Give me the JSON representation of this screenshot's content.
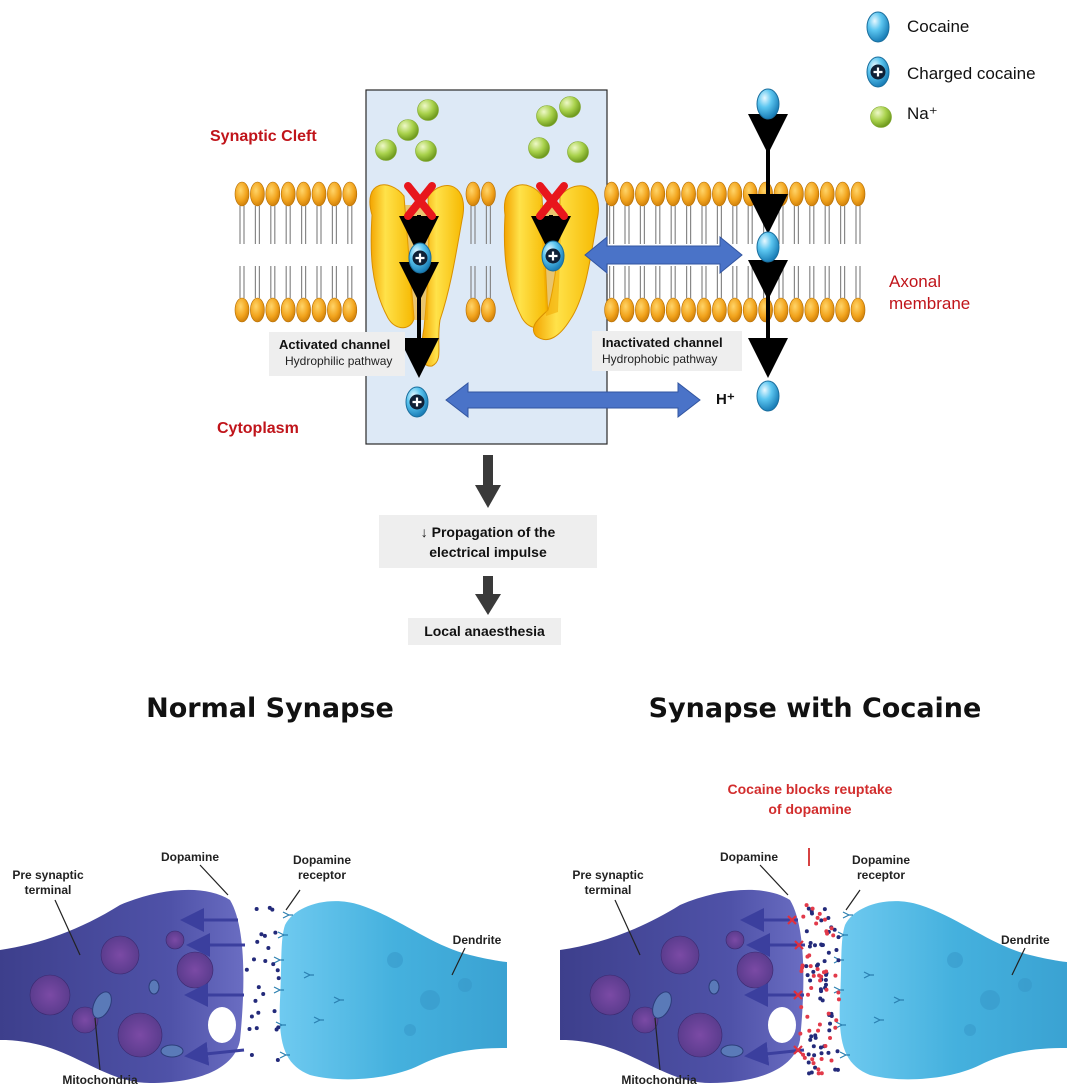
{
  "legend": {
    "cocaine": "Cocaine",
    "charged_cocaine": "Charged cocaine",
    "na": "Na⁺"
  },
  "membrane": {
    "synaptic_cleft": "Synaptic Cleft",
    "cytoplasm": "Cytoplasm",
    "axonal_line1": "Axonal",
    "axonal_line2": "membrane",
    "activated_title": "Activated channel",
    "activated_sub": "Hydrophilic pathway",
    "inactivated_title": "Inactivated channel",
    "inactivated_sub": "Hydrophobic pathway",
    "h_plus": "H⁺"
  },
  "flow": {
    "step1_line1": "↓ Propagation of the",
    "step1_line2": "electrical impulse",
    "step2": "Local anaesthesia"
  },
  "synapse": {
    "normal_title": "Normal Synapse",
    "cocaine_title": "Synapse with Cocaine",
    "pre_line1": "Pre synaptic",
    "pre_line2": "terminal",
    "dopamine": "Dopamine",
    "receptor_line1": "Dopamine",
    "receptor_line2": "receptor",
    "dendrite": "Dendrite",
    "mitochondria": "Mitochondria",
    "note_line1": "Cocaine blocks reuptake",
    "note_line2": "of dopamine"
  },
  "colors": {
    "lipid_head": "#f2a41d",
    "channel": "#ffd21a",
    "cocaine": "#3fb3e8",
    "na": "#a8d44a",
    "arrow_blue": "#4a73c8",
    "label_red": "#c0141a",
    "pre_terminal": "#46479a",
    "dendrite": "#45b1de",
    "dopamine": "#232a7a",
    "cocaine_dot": "#e23a4a"
  }
}
